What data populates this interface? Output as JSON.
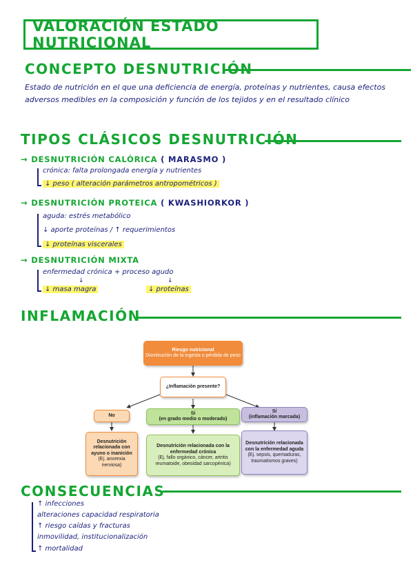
{
  "title": "VALORACIÓN ESTADO NUTRICIONAL",
  "concept": {
    "heading": "CONCEPTO DESNUTRICIÓN",
    "text": "Estado de nutrición en el que una deficiencia de energía, proteínas y nutrientes, causa efectos adversos medibles en la composición y función de los tejidos y en el resultado clínico"
  },
  "types": {
    "heading": "TIPOS CLÁSICOS DESNUTRICIÓN",
    "caloric": {
      "label": "DESNUTRICIÓN CALÓRICA",
      "name": "( MARASMO )",
      "items": [
        "crónica: falta prolongada energía y nutrientes",
        "↓ peso ( alteración parámetros antropométricos )"
      ]
    },
    "protein": {
      "label": "DESNUTRICIÓN PROTEICA",
      "name": "( KWASHIORKOR )",
      "items": [
        "aguda: estrés metabólico",
        "↓ aporte proteínas / ↑ requerimientos",
        "↓ proteínas viscerales"
      ]
    },
    "mixed": {
      "label": "DESNUTRICIÓN MIXTA",
      "line1": "enfermedad crónica + proceso agudo",
      "left": "↓ masa magra",
      "right": "↓ proteínas"
    }
  },
  "inflammation": {
    "heading": "INFLAMACIÓN",
    "flow": {
      "top_title": "Riesgo nutricional",
      "top_sub": "Disminución de la ingesta o pérdida de peso",
      "question": "¿Inflamación presente?",
      "no": "No",
      "si1_a": "Sí",
      "si1_b": "(en grado medio o moderado)",
      "si2_a": "Sí",
      "si2_b": "(inflamación marcada)",
      "out1_bold": "Desnutrición relacionada con ayuno o inanición",
      "out1_sub": "(Ej. anorexia nerviosa)",
      "out2_bold": "Desnutrición relacionada con la enfermedad crónica",
      "out2_sub": "(Ej. fallo orgánico, cáncer, artritis reumatoide, obesidad sarcopénica)",
      "out3_bold": "Desnutrición relacionada con la enfermedad aguda",
      "out3_sub": "(Ej. sepsis, quemaduras, traumatismos graves)"
    }
  },
  "consequences": {
    "heading": "CONSECUENCIAS",
    "items": [
      "↑ infecciones",
      "alteraciones capacidad respiratoria",
      "↑ riesgo caídas y fracturas",
      "inmovilidad, institucionalización",
      "↑ mortalidad"
    ]
  },
  "colors": {
    "green": "#14a632",
    "navy": "#1a1f7a",
    "highlight": "#fdf66a",
    "orange": "#f08c3c"
  }
}
